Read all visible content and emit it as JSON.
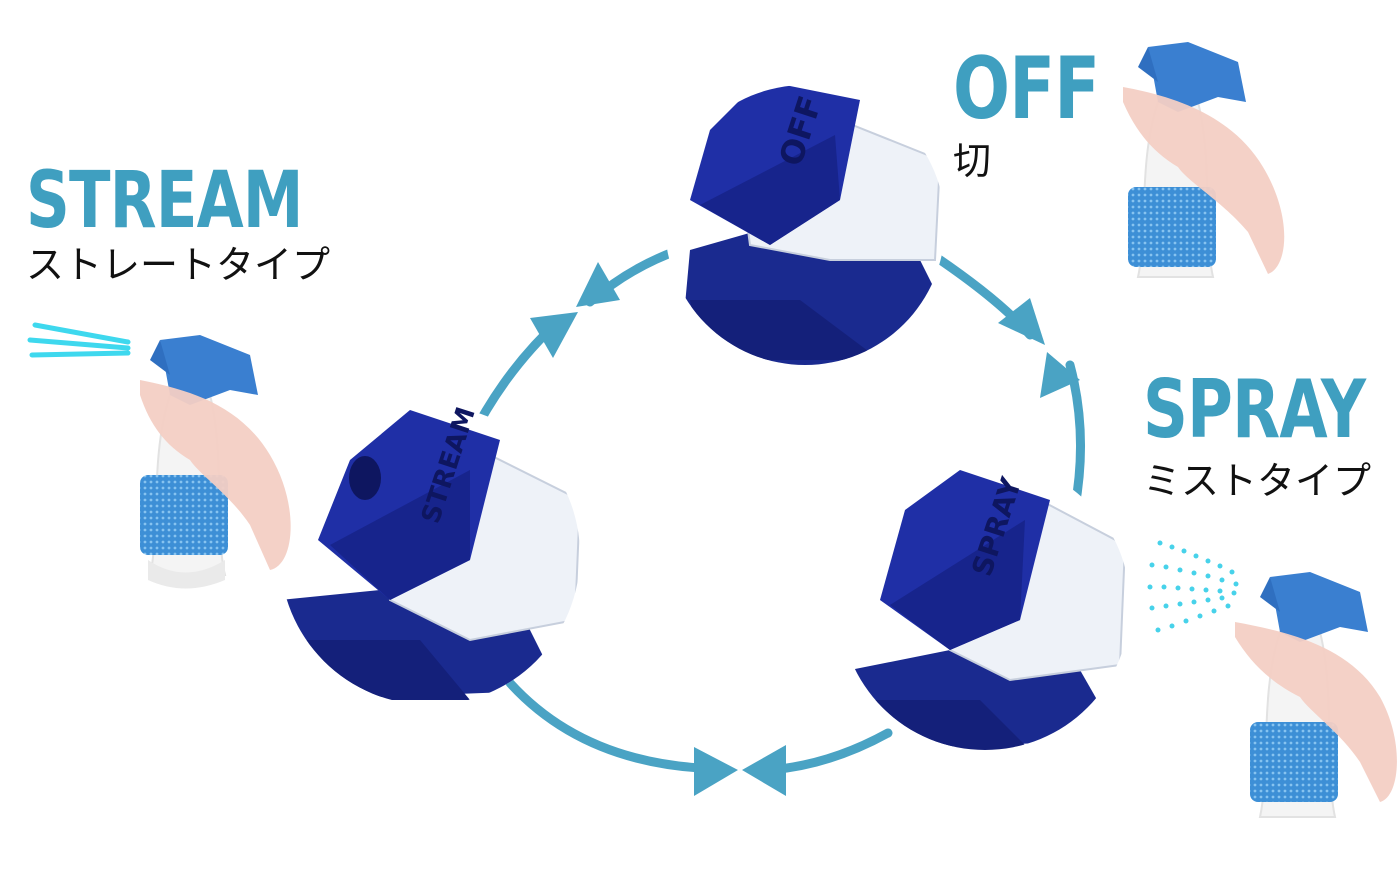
{
  "modes": {
    "stream": {
      "title": "STREAM",
      "subtitle": "ストレートタイプ",
      "nozzle_label": "STREAM"
    },
    "off": {
      "title": "OFF",
      "subtitle": "切",
      "nozzle_label": "OFF"
    },
    "spray": {
      "title": "SPRAY",
      "subtitle": "ミストタイプ",
      "nozzle_label": "SPRAY"
    }
  },
  "colors": {
    "label": "#3f9fc0",
    "arrow": "#4aa3c4",
    "nozzle": "#1f2fa6",
    "nozzle_dark": "#14207a",
    "bottle": "#f4f4f4",
    "bottle_band": "#3d8fd6",
    "trigger": "#3a7fd0",
    "hand": "#f3cfc4",
    "stream_jet": "#3ed8ee",
    "mist_dots": "#47d2ea"
  }
}
